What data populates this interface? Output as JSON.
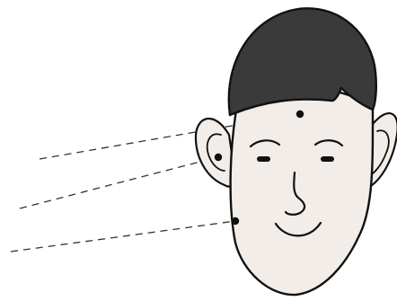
{
  "figure": {
    "subject": "head-front-view",
    "colors": {
      "background": "#ffffff",
      "skin": "#f2ede8",
      "hair": "#3a3a3a",
      "outline": "#111111",
      "point": "#111111",
      "leader_line": "#333333"
    },
    "icons": [
      "forehead-point",
      "ear-point",
      "jaw-point"
    ],
    "leader_count": 3
  }
}
